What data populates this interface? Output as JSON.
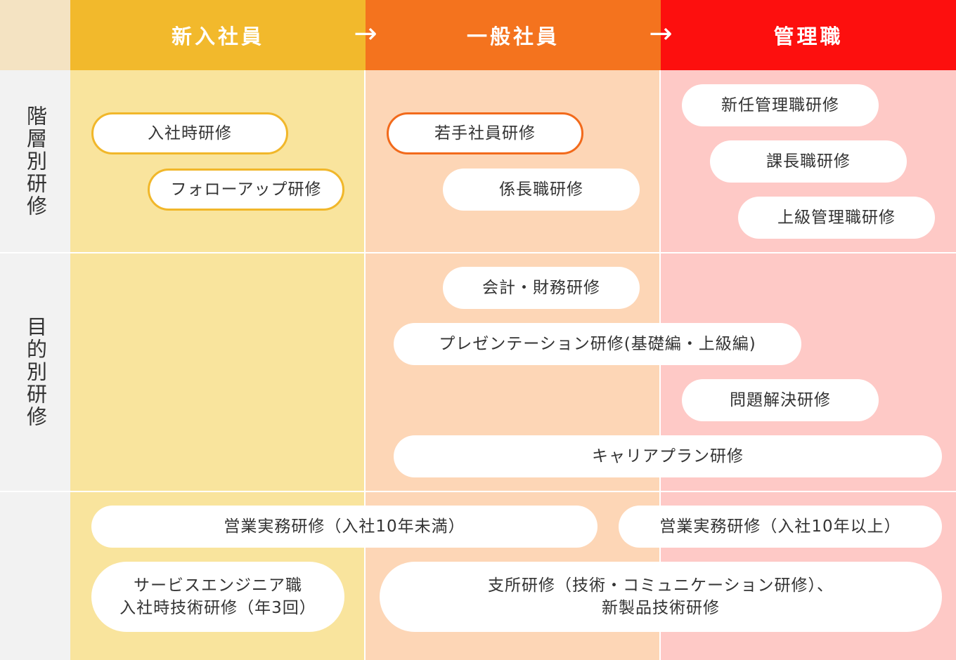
{
  "header": {
    "columns": [
      "新入社員",
      "一般社員",
      "管理職"
    ],
    "arrow": "→"
  },
  "colors": {
    "col1_header": "#f2b92c",
    "col2_header": "#f4731e",
    "col3_header": "#fd0f0e",
    "col1_body": "#f9e49d",
    "col2_body": "#fdd6b6",
    "col3_body": "#fec9c6",
    "corner": "#f4e3c2",
    "side": "#f2f2f2"
  },
  "rows": [
    {
      "label": "階層別研修"
    },
    {
      "label": "目的別研修"
    },
    {
      "label": ""
    }
  ],
  "trainings": {
    "nyusha": "入社時研修",
    "follow_up": "フォローアップ研修",
    "wakate": "若手社員研修",
    "kakaricho": "係長職研修",
    "shinnin": "新任管理職研修",
    "kacho": "課長職研修",
    "jokyu": "上級管理職研修",
    "kaikei": "会計・財務研修",
    "presentation": "プレゼンテーション研修(基礎編・上級編)",
    "mondai": "問題解決研修",
    "career": "キャリアプラン研修",
    "eigyo_under10": "営業実務研修（入社10年未満）",
    "eigyo_over10": "営業実務研修（入社10年以上）",
    "service_line1": "サービスエンジニア職",
    "service_line2": "入社時技術研修（年3回）",
    "shisho_line1": "支所研修（技術・コミュニケーション研修）、",
    "shisho_line2": "新製品技術研修"
  }
}
